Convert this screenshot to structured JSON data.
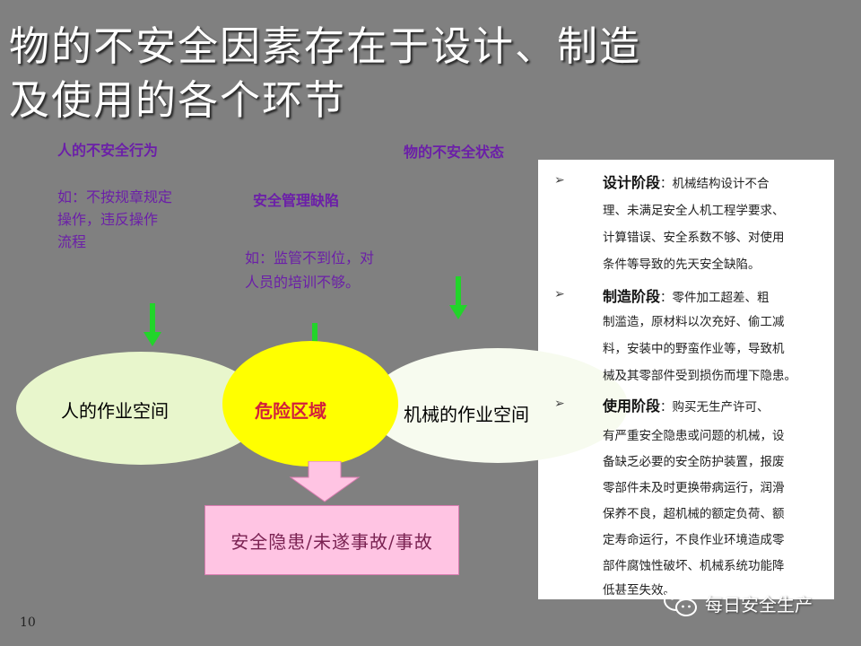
{
  "title": {
    "line1": "物的不安全因素存在于设计、制造",
    "line2": "及使用的各个环节"
  },
  "left_group": {
    "heading": "人的不安全行为",
    "example": [
      "如：不按规章规定",
      "操作，违反操作",
      "流程"
    ]
  },
  "middle_group": {
    "heading": "安全管理缺陷",
    "example": [
      "如：监管不到位，对",
      "人员的培训不够。"
    ]
  },
  "right_group": {
    "heading": "物的不安全状态"
  },
  "diagram": {
    "left_space": "人的作业空间",
    "danger_zone": "危险区域",
    "right_space": "机械的作业空间",
    "result": "安全隐患/未遂事故/事故"
  },
  "stages": [
    {
      "label": "设计阶段",
      "lines": [
        "：机械结构设计不合",
        "理、未满足安全人机工程学要求、",
        "计算错误、安全系数不够、对使用",
        "条件等导致的先天安全缺陷。"
      ]
    },
    {
      "label": "制造阶段",
      "lines": [
        "：零件加工超差、粗",
        "制滥造，原材料以次充好、偷工减",
        "料，安装中的野蛮作业等，导致机",
        "械及其零部件受到损伤而埋下隐患。"
      ]
    },
    {
      "label": "使用阶段",
      "lines": [
        "：购买无生产许可、",
        "有严重安全隐患或问题的机械，设",
        "备缺乏必要的安全防护装置，报废",
        "零部件未及时更换带病运行，润滑",
        "保养不良，超机械的额定负荷、额",
        "定寿命运行，不良作业环境造成零",
        "部件腐蚀性破坏、机械系统功能降",
        "低甚至失效。"
      ]
    }
  ],
  "bullet_glyph": "➢",
  "page_number": "10",
  "watermark": "每日安全生产",
  "colors": {
    "background": "#808080",
    "purple_text": "#6b1fa8",
    "arrow_green": "#22d42a",
    "danger_yellow": "#ffff00",
    "danger_text": "#d21f3c",
    "result_pink": "#ffc4e3"
  }
}
